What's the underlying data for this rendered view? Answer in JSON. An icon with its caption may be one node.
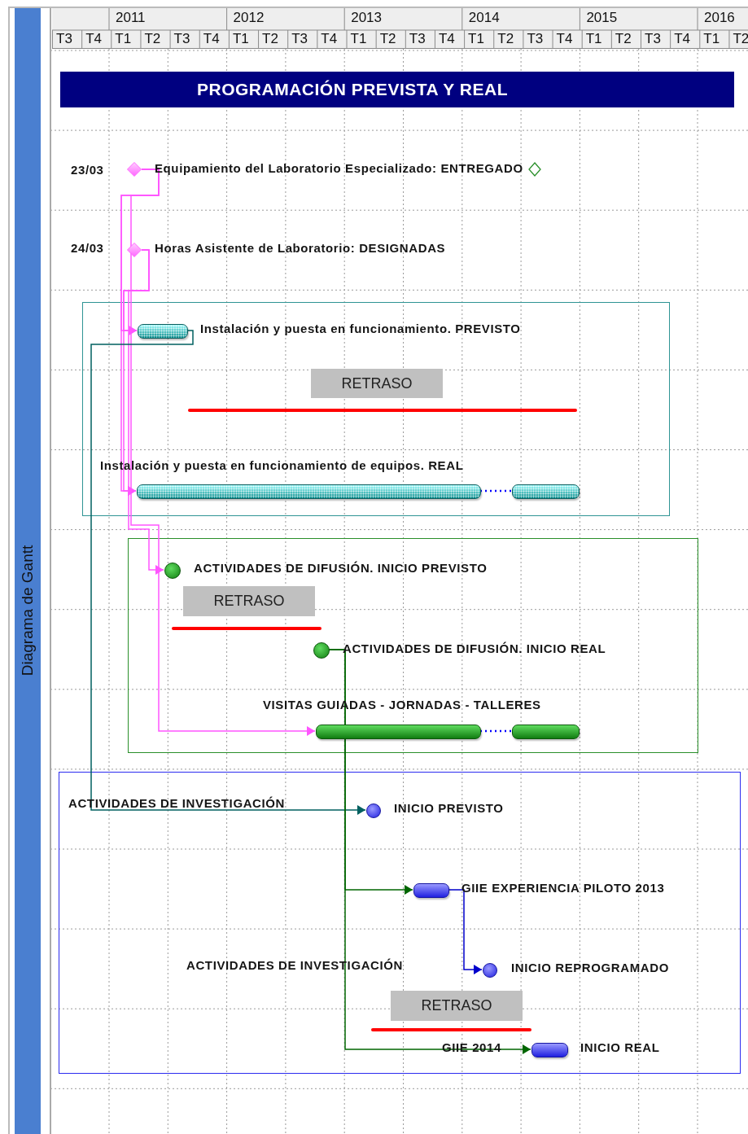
{
  "diagram": {
    "title": "PROGRAMACIÓN PREVISTA Y REAL",
    "nodes": [
      {
        "text": [],
        "shape": "diamond",
        "beside": [
          "23/03",
          "Equipamiento del Laboratorio Especializado: ENTREGADO"
        ]
      },
      {
        "text": [],
        "shape": "diamond",
        "beside": [
          "24/03",
          "Horas Asistente de Laboratorio: DESIGNADAS"
        ]
      },
      {
        "text": [],
        "shape": "box"
      },
      {
        "text": [],
        "shape": "bar",
        "in": 2,
        "beside": [
          "Instalación y puesta en funcionamiento. PREVISTO"
        ]
      },
      {
        "text": [
          "RETRASO"
        ],
        "in": 2
      },
      {
        "text": [],
        "shape": "bar",
        "in": 2,
        "beside": [
          "Instalación y puesta en funcionamiento de equipos. REAL"
        ]
      },
      {
        "text": [],
        "shape": "bar",
        "in": 2
      },
      {
        "text": [],
        "shape": "box"
      },
      {
        "text": [],
        "shape": "circle",
        "in": 7,
        "beside": [
          "ACTIVIDADES DE DIFUSIÓN. INICIO PREVISTO"
        ]
      },
      {
        "text": [
          "RETRASO"
        ],
        "in": 7
      },
      {
        "text": [],
        "shape": "circle",
        "in": 7,
        "beside": [
          "ACTIVIDADES DE DIFUSIÓN. INICIO REAL"
        ]
      },
      {
        "text": [],
        "shape": "bar",
        "in": 7,
        "beside": [
          "VISITAS GUIADAS - JORNADAS - TALLERES"
        ]
      },
      {
        "text": [],
        "shape": "bar",
        "in": 7
      },
      {
        "text": [],
        "shape": "box"
      },
      {
        "text": [],
        "shape": "circle",
        "in": 13,
        "beside": [
          "INICIO PREVISTO"
        ]
      },
      {
        "text": [],
        "shape": "bar",
        "in": 13,
        "beside": [
          "GIIE EXPERIENCIA PILOTO 2013"
        ]
      },
      {
        "text": [],
        "shape": "circle",
        "in": 13,
        "beside": [
          "INICIO REPROGRAMADO"
        ]
      },
      {
        "text": [
          "RETRASO"
        ],
        "in": 13
      },
      {
        "text": [],
        "shape": "bar",
        "in": 13,
        "beside": [
          "GIIE 2014",
          "INICIO REAL"
        ]
      }
    ],
    "edges": [
      {
        "from": 0,
        "to": 3,
        "arrow": "to"
      },
      {
        "from": 0,
        "to": 5,
        "arrow": "to"
      },
      {
        "from": 0,
        "to": 11,
        "arrow": "to"
      },
      {
        "from": 1,
        "to": 3,
        "arrow": "to"
      },
      {
        "from": 1,
        "to": 5,
        "arrow": "to"
      },
      {
        "from": 1,
        "to": 8,
        "arrow": "to"
      },
      {
        "from": 3,
        "to": 14,
        "arrow": "to",
        "color": "#006060"
      },
      {
        "from": 10,
        "to": 15,
        "arrow": "to",
        "color": "#006600"
      },
      {
        "from": 10,
        "to": 18,
        "arrow": "to",
        "color": "#006600"
      },
      {
        "from": 15,
        "to": 16,
        "arrow": "to",
        "color": "#0000cc"
      },
      {
        "from": 5,
        "to": 6,
        "arrow": "none",
        "style": "dashed",
        "color": "#0000ff"
      },
      {
        "from": 11,
        "to": 12,
        "arrow": "none",
        "style": "dashed",
        "color": "#0000ff"
      }
    ],
    "labels": [
      "Diagrama de Gantt",
      "2011",
      "2012",
      "2013",
      "2014",
      "2015",
      "2016",
      "T3",
      "T4",
      "T1",
      "T2",
      "T3",
      "T4",
      "T1",
      "T2",
      "T3",
      "T4",
      "T1",
      "T2",
      "T3",
      "T4",
      "T1",
      "T2",
      "T3",
      "T4",
      "T1",
      "T2",
      "T3",
      "T4",
      "T1",
      "T2",
      "ACTIVIDADES DE INVESTIGACIÓN",
      "ACTIVIDADES DE INVESTIGACIÓN"
    ]
  }
}
